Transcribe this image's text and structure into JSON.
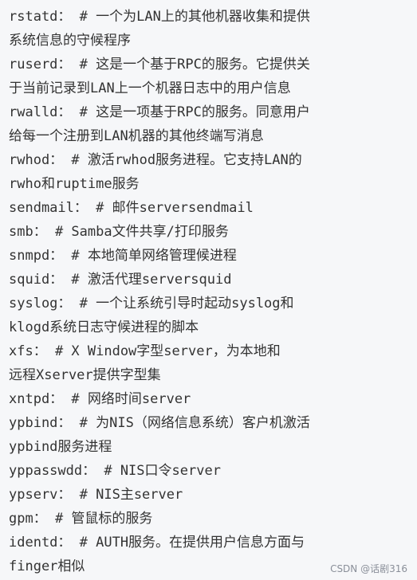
{
  "lines": [
    "rstatd：              #  一个为LAN上的其他机器收集和提供",
    "系统信息的守候程序",
    "ruserd：              #  这是一个基于RPC的服务。它提供关",
    "于当前记录到LAN上一个机器日志中的用户信息",
    "rwalld：              #  这是一项基于RPC的服务。同意用户",
    "给每一个注册到LAN机器的其他终端写消息",
    "rwhod：               #  激活rwhod服务进程。它支持LAN的",
    "rwho和ruptime服务",
    "sendmail：            #  邮件serversendmail",
    "smb：                 #  Samba文件共享/打印服务",
    "snmpd：               #  本地简单网络管理候进程",
    "squid：               #  激活代理serversquid",
    "syslog：              #  一个让系统引导时起动syslog和",
    "klogd系统日志守候进程的脚本",
    "xfs：                 #  X Window字型server，为本地和",
    "远程Xserver提供字型集",
    "xntpd：               #  网络时间server",
    "ypbind：              #  为NIS（网络信息系统）客户机激活",
    "ypbind服务进程",
    "yppasswdd：           #  NIS口令server",
    "ypserv：              #  NIS主server",
    "gpm：                 #  管鼠标的服务",
    "identd：              #  AUTH服务。在提供用户信息方面与",
    "finger相似"
  ],
  "watermark": "CSDN @话剧316"
}
